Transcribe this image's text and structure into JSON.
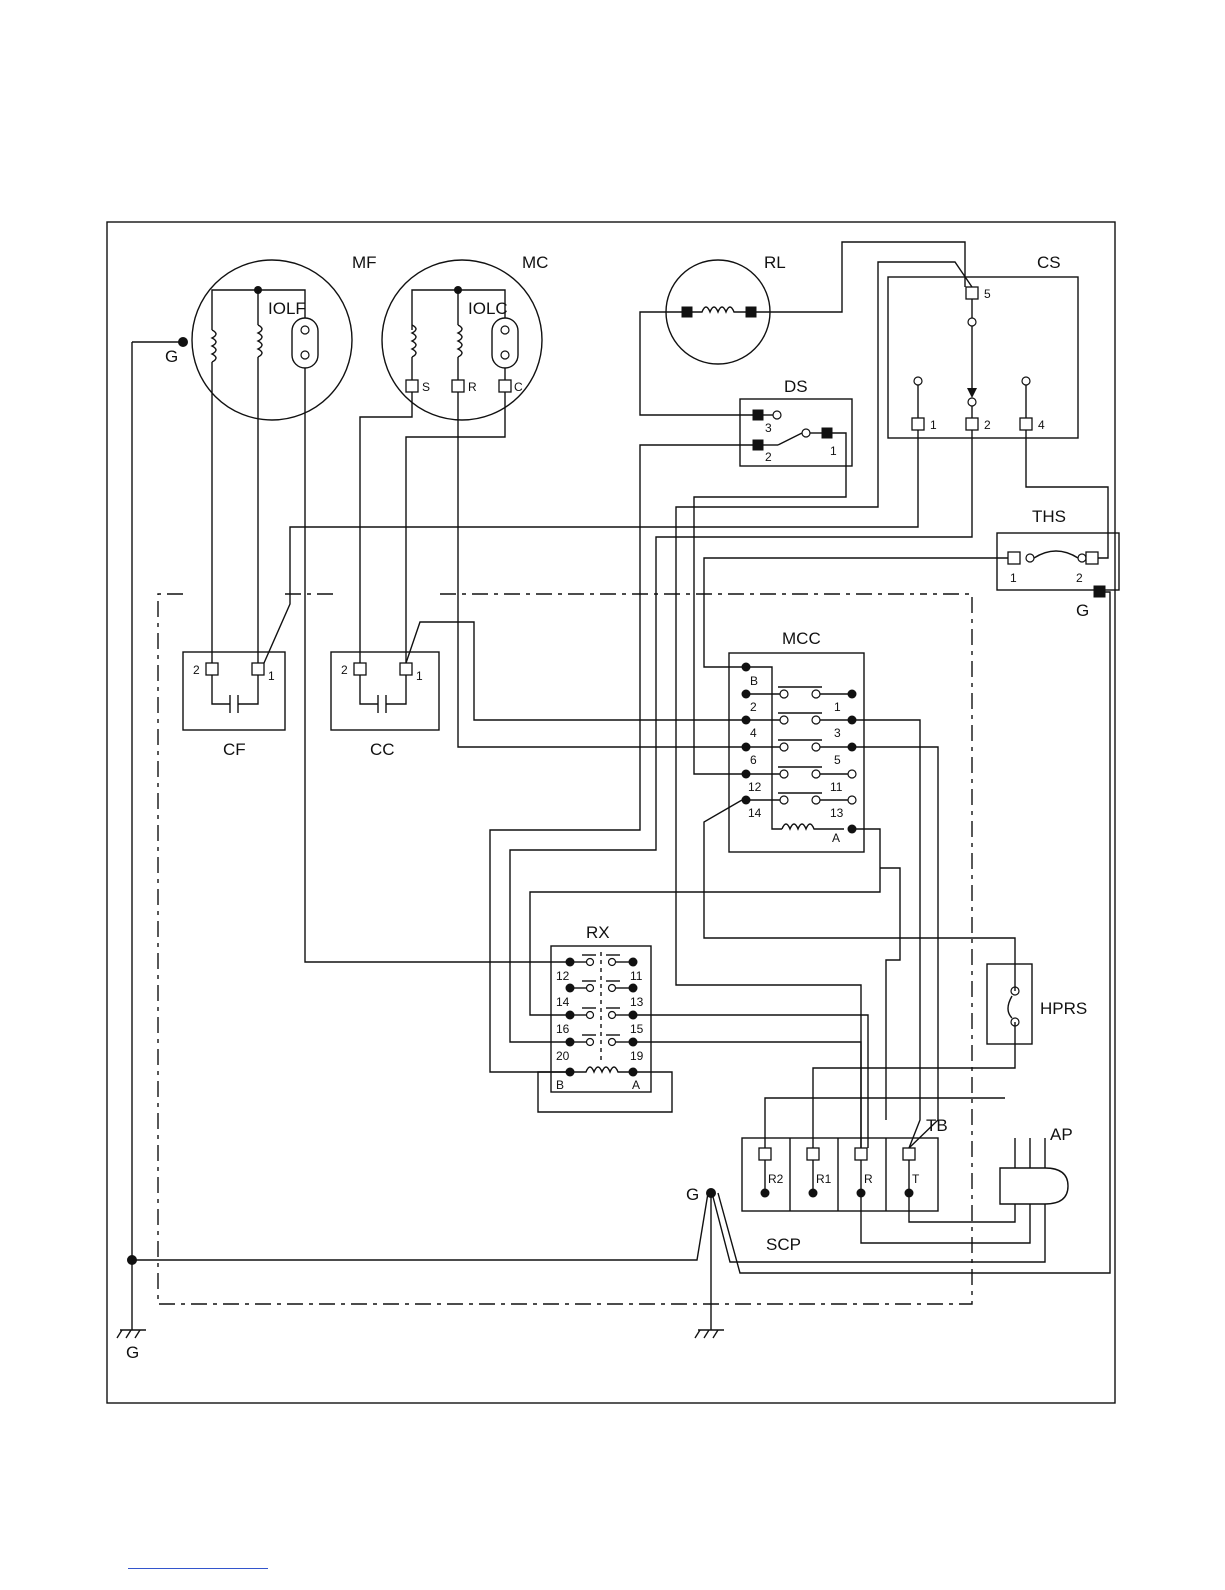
{
  "labels": {
    "mf": "MF",
    "mc": "MC",
    "rl": "RL",
    "cs": "CS",
    "ds": "DS",
    "ths": "THS",
    "mcc": "MCC",
    "rx": "RX",
    "hprs": "HPRS",
    "tb": "TB",
    "ap": "AP",
    "cf": "CF",
    "cc": "CC",
    "scp": "SCP",
    "iolf": "IOLF",
    "iolc": "IOLC",
    "g_mf": "G",
    "g_ths": "G",
    "g_scp": "G",
    "g_bottom": "G"
  },
  "mc_terminals": {
    "s": "S",
    "r": "R",
    "c": "C"
  },
  "cs_terminals": {
    "t5": "5",
    "t1": "1",
    "t2": "2",
    "t4": "4"
  },
  "ds_terminals": {
    "t3": "3",
    "t2": "2",
    "t1": "1"
  },
  "ths_terminals": {
    "t1": "1",
    "t2": "2"
  },
  "cf_terminals": {
    "t2": "2",
    "t1": "1"
  },
  "cc_terminals": {
    "t2": "2",
    "t1": "1"
  },
  "mcc_terminals": {
    "b": "B",
    "t2": "2",
    "t1": "1",
    "t4": "4",
    "t3": "3",
    "t6": "6",
    "t5": "5",
    "t12": "12",
    "t11": "11",
    "t14": "14",
    "t13": "13",
    "a": "A"
  },
  "rx_terminals": {
    "t12": "12",
    "t11": "11",
    "t14": "14",
    "t13": "13",
    "t16": "16",
    "t15": "15",
    "t20": "20",
    "t19": "19",
    "b": "B",
    "a": "A"
  },
  "tb_terminals": {
    "r2": "R2",
    "r1": "R1",
    "r": "R",
    "t": "T"
  }
}
